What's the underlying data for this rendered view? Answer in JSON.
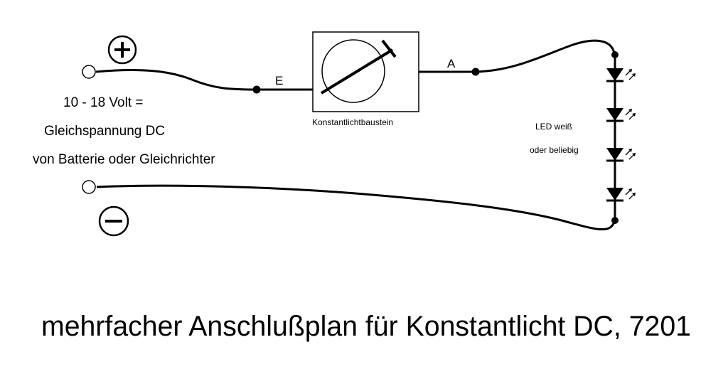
{
  "supply": {
    "positive_symbol": "+",
    "negative_symbol": "−",
    "line1": "10 - 18 Volt =",
    "line2": "Gleichspannung  DC",
    "line3": "von Batterie oder Gleichrichter"
  },
  "module": {
    "label": "Konstantlichtbaustein",
    "input_terminal": "E",
    "output_terminal": "A"
  },
  "led": {
    "label_line1": "LED weiß",
    "label_line2": "oder beliebig",
    "count": 4,
    "color": "#000000"
  },
  "title": "mehrfacher Anschlußplan für Konstantlicht DC, 7201"
}
